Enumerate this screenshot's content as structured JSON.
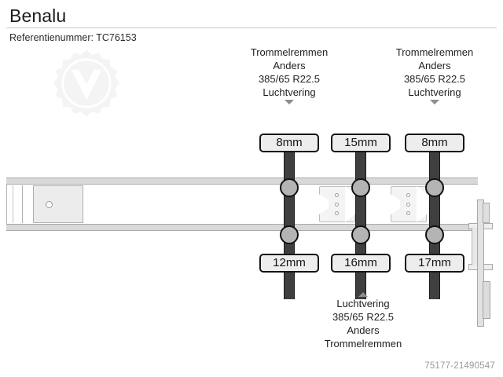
{
  "header": {
    "title": "Benalu",
    "reference_label": "Referentienummer:",
    "reference_value": "TC76153",
    "reference_line": "Referentienummer: TC76153"
  },
  "watermark": {
    "logo_icon": "gear-logo-icon",
    "footer_id": "75177-21490547"
  },
  "diagram": {
    "type": "semi-trailer-axle-schematic",
    "captions": {
      "top_left": {
        "lines": [
          "Trommelremmen",
          "Anders",
          "385/65 R22.5",
          "Luchtvering"
        ],
        "arrow": "down"
      },
      "top_right": {
        "lines": [
          "Trommelremmen",
          "Anders",
          "385/65 R22.5",
          "Luchtvering"
        ],
        "arrow": "down"
      },
      "bottom": {
        "lines": [
          "Luchtvering",
          "385/65 R22.5",
          "Anders",
          "Trommelremmen"
        ],
        "arrow": "up"
      }
    },
    "tread_depths": {
      "top_row": [
        "8mm",
        "15mm",
        "8mm"
      ],
      "bottom_row": [
        "12mm",
        "16mm",
        "17mm"
      ]
    },
    "axle_count": 3,
    "colors": {
      "axle": "#3f3f3f",
      "hub": "#b4b4b4",
      "box_fill": "#ededed",
      "box_border": "#141414",
      "chassis_rail": "#d9d9d9",
      "chassis_outline": "#a9a9a9",
      "arrow": "#8e8e8e",
      "watermark_text": "#9a9a9a"
    }
  }
}
